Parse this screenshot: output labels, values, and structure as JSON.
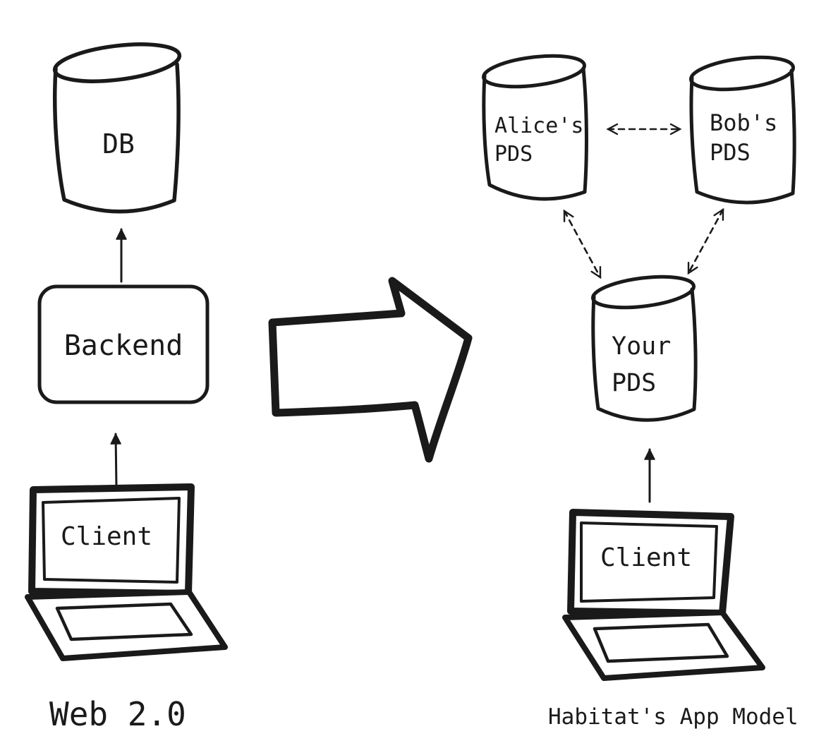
{
  "left": {
    "db": "DB",
    "backend": "Backend",
    "client": "Client",
    "caption": "Web 2.0"
  },
  "right": {
    "alice_line1": "Alice's",
    "alice_line2": "PDS",
    "bob_line1": "Bob's",
    "bob_line2": "PDS",
    "your_line1": "Your",
    "your_line2": "PDS",
    "client": "Client",
    "caption": "Habitat's App Model"
  },
  "icons": {
    "database": "hand-drawn-cylinder",
    "client_device": "hand-drawn-laptop",
    "transform": "big-right-block-arrow",
    "sync_link": "dashed-double-headed-arrow",
    "request_link": "solid-up-arrow"
  },
  "colors": {
    "ink": "#1a1a1a",
    "background": "#ffffff"
  }
}
